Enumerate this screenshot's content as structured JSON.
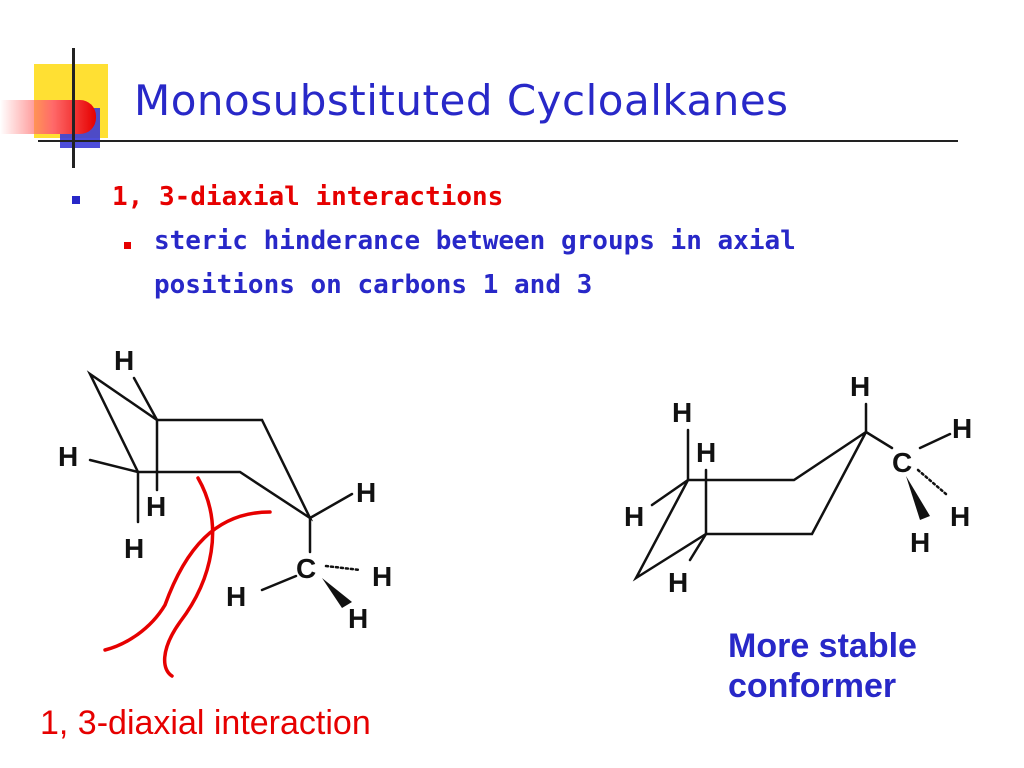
{
  "title": "Monosubstituted Cycloalkanes",
  "bullets": {
    "level1": "1, 3-diaxial interactions",
    "level2_line1": "steric hinderance between groups in axial",
    "level2_line2": "positions on carbons 1 and 3"
  },
  "diagram": {
    "atoms": {
      "hydrogen": "H",
      "carbon": "C"
    }
  },
  "captions": {
    "left": "1, 3-diaxial interaction",
    "right_line1": "More stable",
    "right_line2": "conformer"
  },
  "colors": {
    "title_blue": "#2828c8",
    "accent_red": "#e60000",
    "deco_yellow": "#ffe033"
  }
}
